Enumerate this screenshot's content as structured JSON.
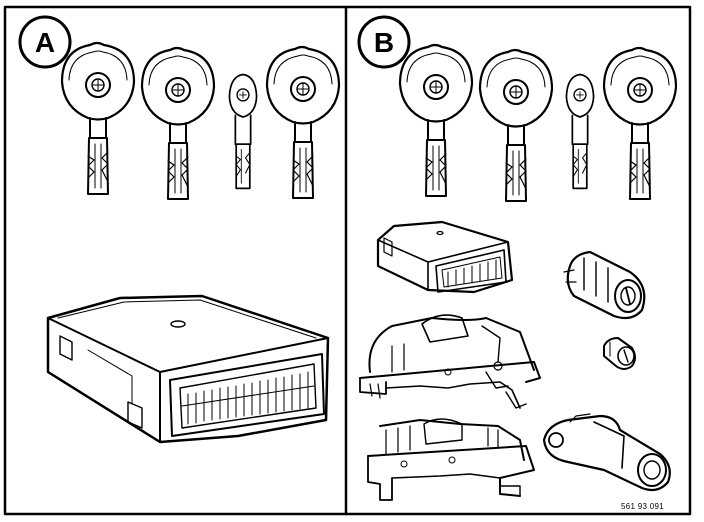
{
  "panels": [
    {
      "label": "A",
      "keys": [
        "key-full",
        "key-full",
        "key-small",
        "key-full"
      ],
      "components": [
        "control-module-large"
      ]
    },
    {
      "label": "B",
      "keys": [
        "key-full",
        "key-full",
        "key-small",
        "key-full"
      ],
      "components": [
        "control-module-small",
        "lock-cylinder",
        "ignition-switch-housing",
        "lock-cylinder-small",
        "steering-lock-bracket",
        "sensor-coil"
      ]
    }
  ],
  "reference_code": "561 93 091",
  "colors": {
    "line": "#000000",
    "background": "#ffffff"
  }
}
